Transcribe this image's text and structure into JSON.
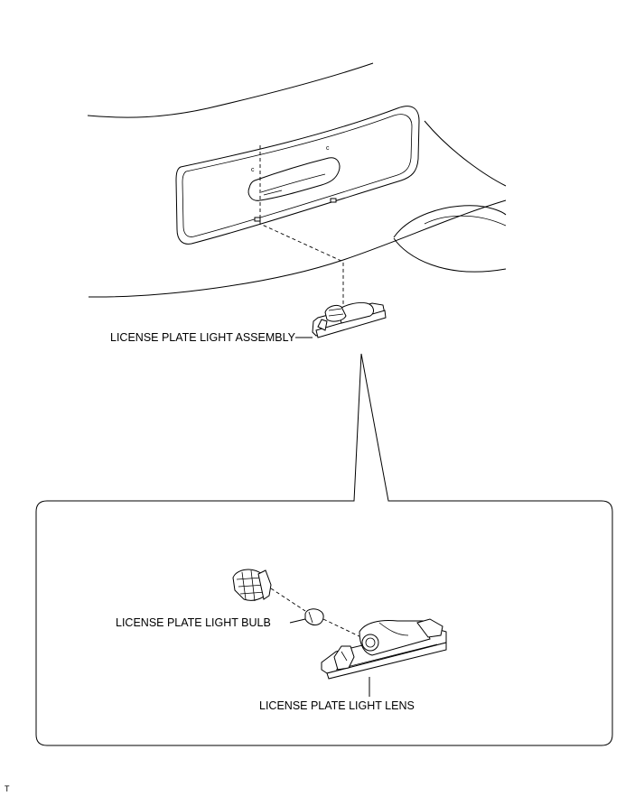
{
  "labels": {
    "assembly": "LICENSE PLATE LIGHT ASSEMBLY",
    "bulb": "LICENSE PLATE LIGHT BULB",
    "lens": "LICENSE PLATE LIGHT LENS",
    "footer_mark": "T"
  },
  "icons": {
    "vehicle": "vehicle-rear-outline",
    "assembly": "license-plate-light-assembly",
    "bulb": "wedge-bulb",
    "socket": "bulb-socket",
    "lens": "light-lens-housing"
  },
  "colors": {
    "line": "#000000",
    "background": "#ffffff"
  }
}
